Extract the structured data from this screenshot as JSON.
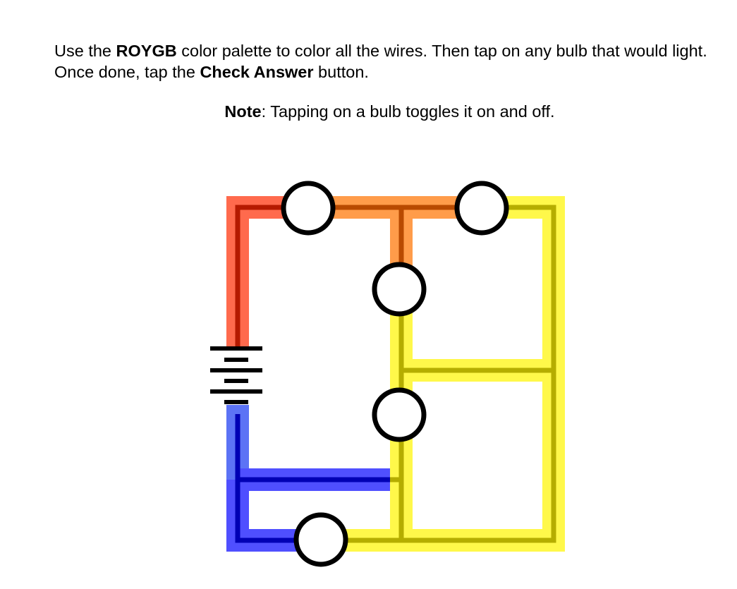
{
  "instructions": {
    "line_prefix": "Use the ",
    "palette_name": "ROYGB",
    "line_mid": " color palette to color all the wires. Then tap on any bulb that would light. Once done, tap the ",
    "button_name": "Check Answer",
    "line_suffix": " button."
  },
  "note": {
    "label": "Note",
    "text": ":  Tapping on a bulb toggles it on and off."
  },
  "colors": {
    "red_wire": "#ff6a4d",
    "red_core": "#b51a00",
    "orange_wire": "#ff9c4a",
    "orange_core": "#b84a00",
    "yellow_wire": "#fff84a",
    "yellow_core": "#b5ad00",
    "blue_wire": "#4f4fff",
    "blue_light": "#5c73f5",
    "blue_core": "#0000b5",
    "bulb_stroke": "#000000",
    "bulb_fill": "#ffffff"
  },
  "bulbs": [
    "bulb-1",
    "bulb-2",
    "bulb-3",
    "bulb-4",
    "bulb-5"
  ]
}
